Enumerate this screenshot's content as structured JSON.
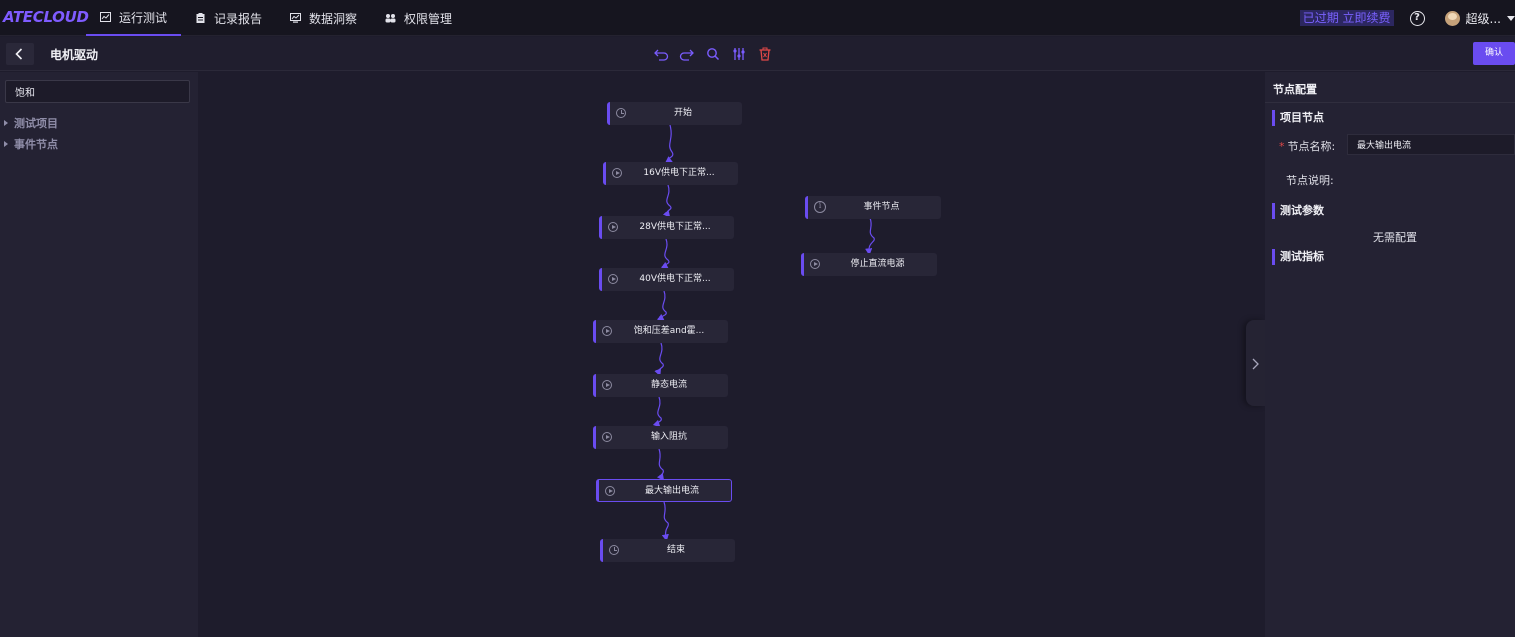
{
  "app": {
    "logo": "ATECLOUD"
  },
  "nav": {
    "items": [
      {
        "label": "运行测试",
        "icon": "chart-line-icon",
        "active": true
      },
      {
        "label": "记录报告",
        "icon": "clipboard-icon",
        "active": false
      },
      {
        "label": "数据洞察",
        "icon": "monitor-chart-icon",
        "active": false
      },
      {
        "label": "权限管理",
        "icon": "users-icon",
        "active": false
      }
    ]
  },
  "header": {
    "expire_badge": "已过期 立即续费",
    "help_icon": "question-circle-icon",
    "user_name": "超级..."
  },
  "toolbar": {
    "title": "电机驱动",
    "confirm_label": "确认",
    "icons": [
      "undo-icon",
      "redo-icon",
      "search-icon",
      "settings-sliders-icon",
      "delete-icon"
    ]
  },
  "sidebar": {
    "search_value": "饱和",
    "tree": [
      {
        "label": "测试项目"
      },
      {
        "label": "事件节点"
      }
    ]
  },
  "canvas": {
    "nodes": [
      {
        "label": "开始",
        "icon": "clock-icon"
      },
      {
        "label": "16V供电下正常...",
        "icon": "play-icon"
      },
      {
        "label": "28V供电下正常...",
        "icon": "play-icon"
      },
      {
        "label": "40V供电下正常...",
        "icon": "play-icon"
      },
      {
        "label": "饱和压差and霍...",
        "icon": "play-icon"
      },
      {
        "label": "静态电流",
        "icon": "play-icon"
      },
      {
        "label": "输入阻抗",
        "icon": "play-icon"
      },
      {
        "label": "最大输出电流",
        "icon": "play-icon",
        "selected": true
      },
      {
        "label": "结束",
        "icon": "clock-icon"
      },
      {
        "label": "事件节点",
        "icon": "info-icon"
      },
      {
        "label": "停止直流电源",
        "icon": "play-icon"
      }
    ]
  },
  "panel": {
    "title": "节点配置",
    "project_section": "项目节点",
    "name_label": "节点名称:",
    "name_value": "最大输出电流",
    "desc_label": "节点说明:",
    "params_section": "测试参数",
    "no_config": "无需配置",
    "metrics_section": "测试指标"
  },
  "colors": {
    "accent": "#6a4cf0",
    "background": "#1e1c2c",
    "panel": "#242233",
    "danger": "#e04848"
  }
}
